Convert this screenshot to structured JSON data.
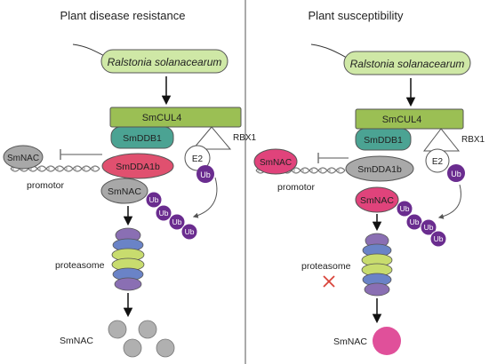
{
  "panels": [
    {
      "title": "Plant disease resistance",
      "pathogen": "Ralstonia solanacearum",
      "cul4": "SmCUL4",
      "ddb1": "SmDDB1",
      "rbx1": "RBX1",
      "e2": "E2",
      "ub": "Ub",
      "nac_promoter": "SmNAC",
      "promotor": "promotor",
      "dda1b": "SmDDA1b",
      "nac_bound": "SmNAC",
      "proteasome": "proteasome",
      "output": "SmNAC",
      "dda1b_state": "active",
      "degradation": "permitted"
    },
    {
      "title": "Plant susceptibility",
      "pathogen": "Ralstonia solanacearum",
      "cul4": "SmCUL4",
      "ddb1": "SmDDB1",
      "rbx1": "RBX1",
      "e2": "E2",
      "ub": "Ub",
      "nac_promoter": "SmNAC",
      "promotor": "promotor",
      "dda1b": "SmDDA1b",
      "nac_bound": "SmNAC",
      "proteasome": "proteasome",
      "output": "SmNAC",
      "dda1b_state": "inactive",
      "degradation": "blocked"
    }
  ],
  "colors": {
    "pathogen": "#cfe8a6",
    "cul4": "#9bbf54",
    "ddb1": "#4ba393",
    "dda1b_active": "#e0506f",
    "dda1b_inactive": "#a9a9a9",
    "nac_bound_resist": "#a8a8a8",
    "nac_pink": "#e0437b",
    "ub": "#6a2c8f",
    "output_resist": "#b0b0b0",
    "output_susc": "#e0509a",
    "block_mark": "#d9433a"
  },
  "icons": [
    "dna-helix-icon",
    "inhibition-bar-icon",
    "arrow-icon",
    "proteasome-icon",
    "cross-icon"
  ]
}
